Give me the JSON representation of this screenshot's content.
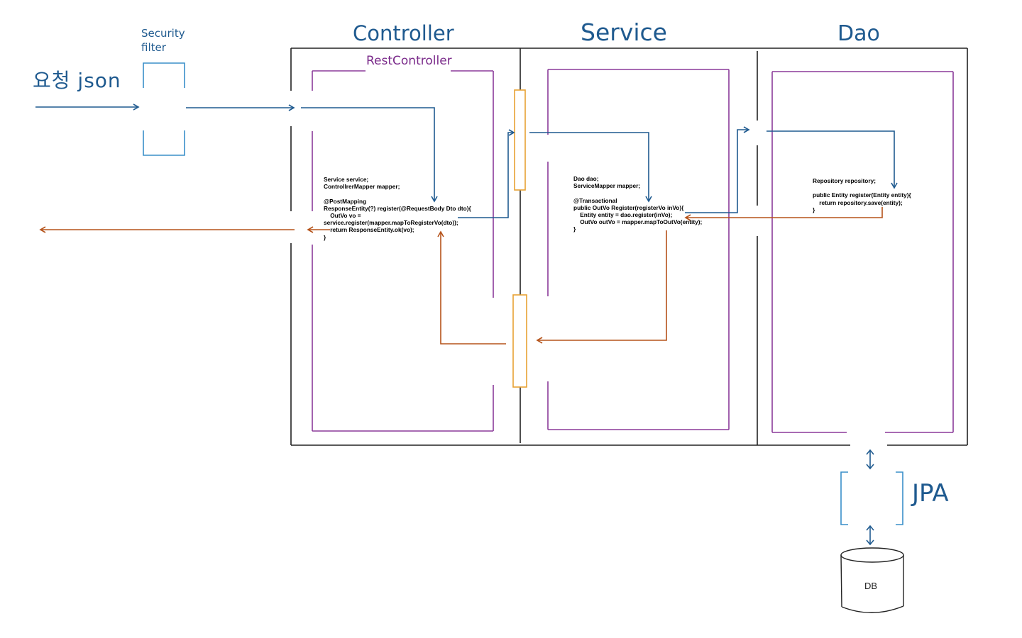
{
  "labels": {
    "request": "요청 json",
    "security_filter": "Security\nfilter",
    "controller": "Controller",
    "rest_controller": "RestController",
    "service": "Service",
    "dao": "Dao",
    "jpa": "JPA",
    "db": "DB"
  },
  "code": {
    "controller": "Service service;\nControllrerMapper mapper;\n\n@PostMapping\nResponseEntity(?) register(@RequestBody Dto dto){\n    OutVo vo =\nservice.register(mapper.mapToRegisterVo(dto));\n    return ResponseEntity.ok(vo);\n}",
    "service": "Dao dao;\nServiceMapper mapper;\n\n@Transactional\npublic OutVo Register(registerVo inVo){\n    Entity entity = dao.register(inVo);\n    OutVo outVo = mapper.mapToOutVo(entity);\n}",
    "dao": "Repository repository;\n\npublic Entity register(Entity entity){\n    return repository.save(entity);\n}"
  },
  "colors": {
    "request_arrow": "#1f5a8f",
    "response_arrow": "#b5531a",
    "layer_border": "#222222",
    "inner_box": "#8b3a9a",
    "adapter": "#e8a234",
    "filter_box": "#3a8fc9",
    "label_blue": "#1f5a8f",
    "label_purple": "#7a2a8a"
  }
}
